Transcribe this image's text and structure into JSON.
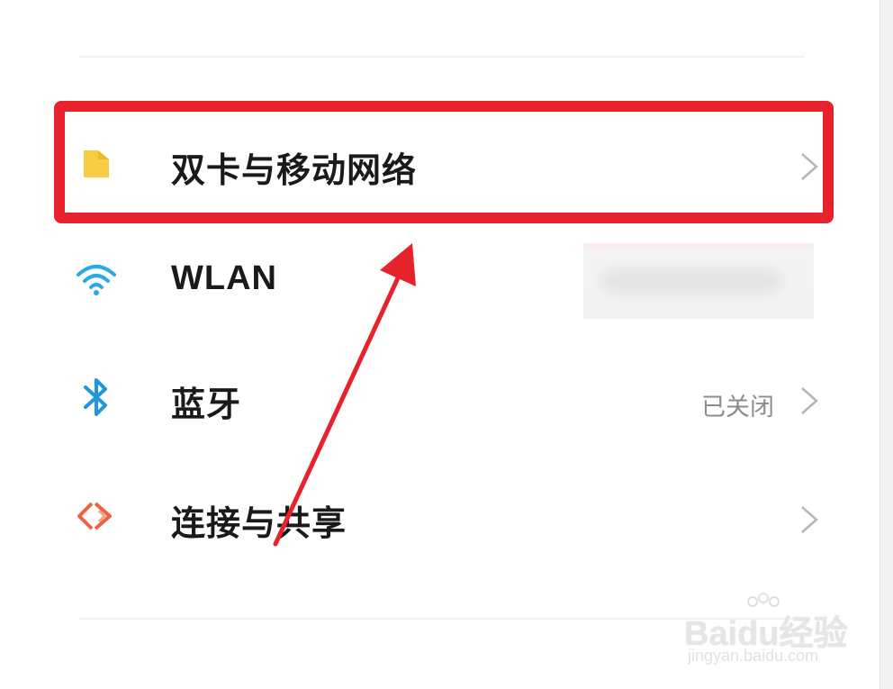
{
  "settings": {
    "items": [
      {
        "label": "双卡与移动网络",
        "value": "",
        "icon": "sim-card-icon"
      },
      {
        "label": "WLAN",
        "value": "",
        "icon": "wifi-icon"
      },
      {
        "label": "蓝牙",
        "value": "已关闭",
        "icon": "bluetooth-icon"
      },
      {
        "label": "连接与共享",
        "value": "",
        "icon": "connection-share-icon"
      }
    ]
  },
  "watermark": {
    "brand": "Baidu经验",
    "url": "jingyan.baidu.com"
  },
  "colors": {
    "highlight": "#e8222c",
    "sim_icon": "#f6cc45",
    "wifi_icon": "#2aa9e8",
    "bluetooth_icon": "#2196e0",
    "share_icon": "#f0623f"
  }
}
